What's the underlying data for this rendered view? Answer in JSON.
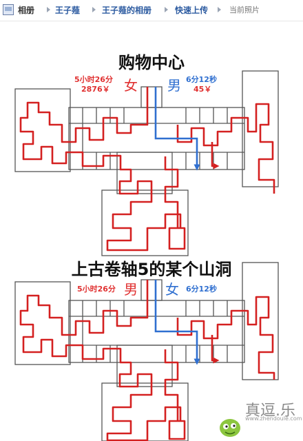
{
  "breadcrumb": {
    "root": "相册",
    "items": [
      "王子薤",
      "王子薤的相册",
      "快速上传"
    ],
    "current": "当前照片"
  },
  "photo": {
    "panel_top": {
      "title": "购物中心",
      "female_time": "5小时26分",
      "female_cost": "2876￥",
      "female_label": "女",
      "male_label": "男",
      "male_time": "6分12秒",
      "male_cost": "45￥"
    },
    "panel_bottom": {
      "title": "上古卷轴5的某个山洞",
      "male_time": "5小时26分",
      "male_label": "男",
      "female_label": "女",
      "female_time": "6分12秒"
    },
    "watermark": {
      "brand": "真逗.乐",
      "site": "www.zhendoule.com"
    }
  },
  "colors": {
    "path_red": "#d42020",
    "path_blue": "#2f6fd0",
    "link_blue": "#2b5aa0"
  }
}
